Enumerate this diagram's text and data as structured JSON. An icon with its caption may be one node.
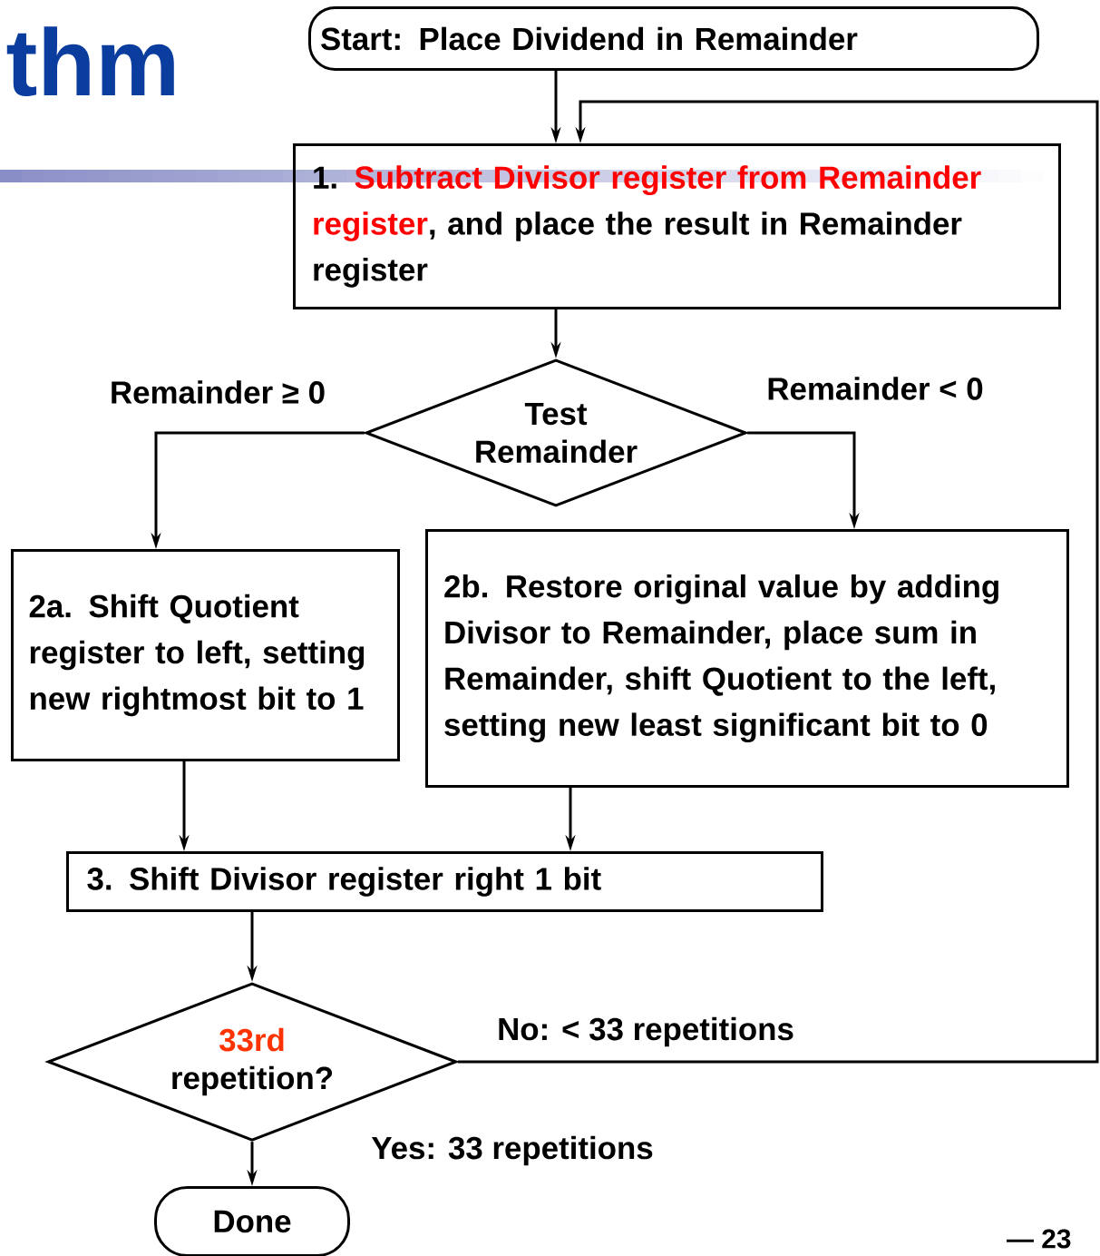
{
  "diagram": {
    "title": "thm",
    "nodes": [
      {
        "text": [
          "Start: Place Dividend in Remainder"
        ]
      },
      {
        "text": [
          "1.",
          "Subtract Divisor register from Remainder register",
          ", and place the result in Remainder register"
        ]
      },
      {
        "text": [
          "Test Remainder"
        ]
      },
      {
        "text": [
          "2a. Shift Quotient register to left, setting new rightmost bit to 1"
        ]
      },
      {
        "text": [
          "2b. Restore original value by adding Divisor to Remainder, place sum in Remainder, shift Quotient to the left, setting new least significant bit to 0"
        ]
      },
      {
        "text": [
          "3. Shift Divisor register right 1 bit"
        ]
      },
      {
        "text": [
          "33rd",
          "repetition?"
        ]
      },
      {
        "text": [
          "Done"
        ]
      }
    ],
    "edges": [
      {
        "from": 0,
        "to": 1,
        "arrow": "to"
      },
      {
        "from": 1,
        "to": 2,
        "arrow": "to"
      },
      {
        "from": 2,
        "to": 3,
        "arrow": "to",
        "label": "Remainder ≥ 0"
      },
      {
        "from": 2,
        "to": 4,
        "arrow": "to",
        "label": "Remainder < 0"
      },
      {
        "from": 3,
        "to": 5,
        "arrow": "to"
      },
      {
        "from": 4,
        "to": 5,
        "arrow": "to"
      },
      {
        "from": 5,
        "to": 6,
        "arrow": "to"
      },
      {
        "from": 6,
        "to": 1,
        "arrow": "to",
        "label": "No: < 33 repetitions"
      },
      {
        "from": 6,
        "to": 7,
        "arrow": "to",
        "label": "Yes: 33 repetitions"
      }
    ],
    "labels": [
      "— 23"
    ]
  }
}
